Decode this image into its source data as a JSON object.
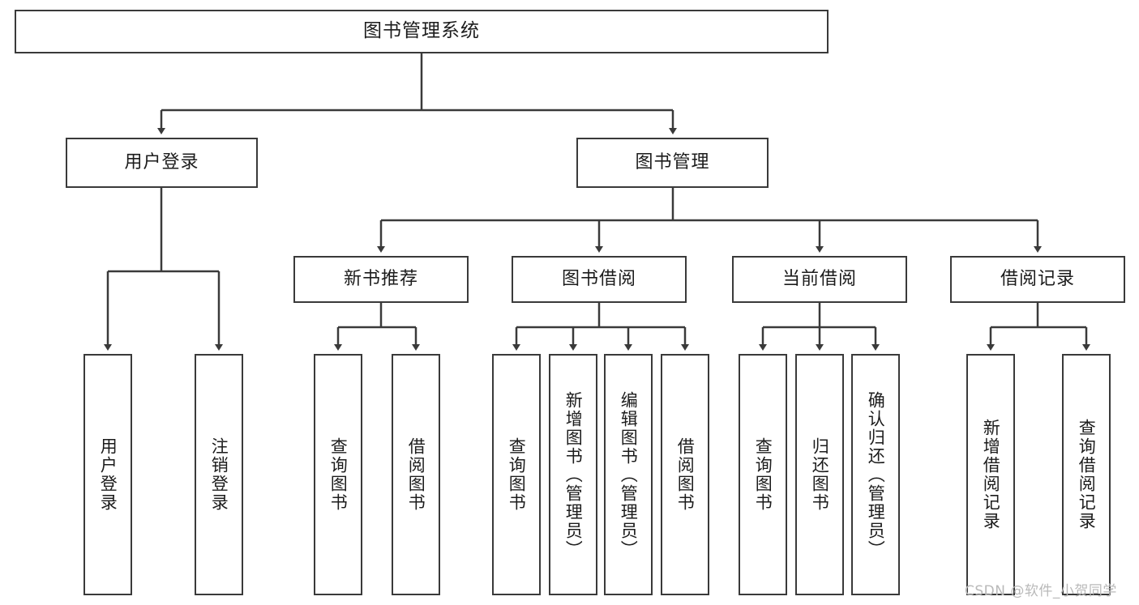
{
  "diagram": {
    "title": "图书管理系统",
    "watermark": "CSDN @软件_小贺同学",
    "stroke_color": "#3a3a3a",
    "text_color": "#1c1c1c",
    "background": "#ffffff",
    "nodes": {
      "root": "图书管理系统",
      "level2": [
        "用户登录",
        "图书管理"
      ],
      "level3": [
        "新书推荐",
        "图书借阅",
        "当前借阅",
        "借阅记录"
      ],
      "leaves": {
        "user_login": [
          "用户登录",
          "注销登录"
        ],
        "new_book_recommend": [
          "查询图书",
          "借阅图书"
        ],
        "book_borrow": [
          "查询图书",
          "新增图书（管理员）",
          "编辑图书（管理员）",
          "借阅图书"
        ],
        "current_borrow": [
          "查询图书",
          "归还图书",
          "确认归还（管理员）"
        ],
        "borrow_record": [
          "新增借阅记录",
          "查询借阅记录"
        ]
      }
    }
  }
}
